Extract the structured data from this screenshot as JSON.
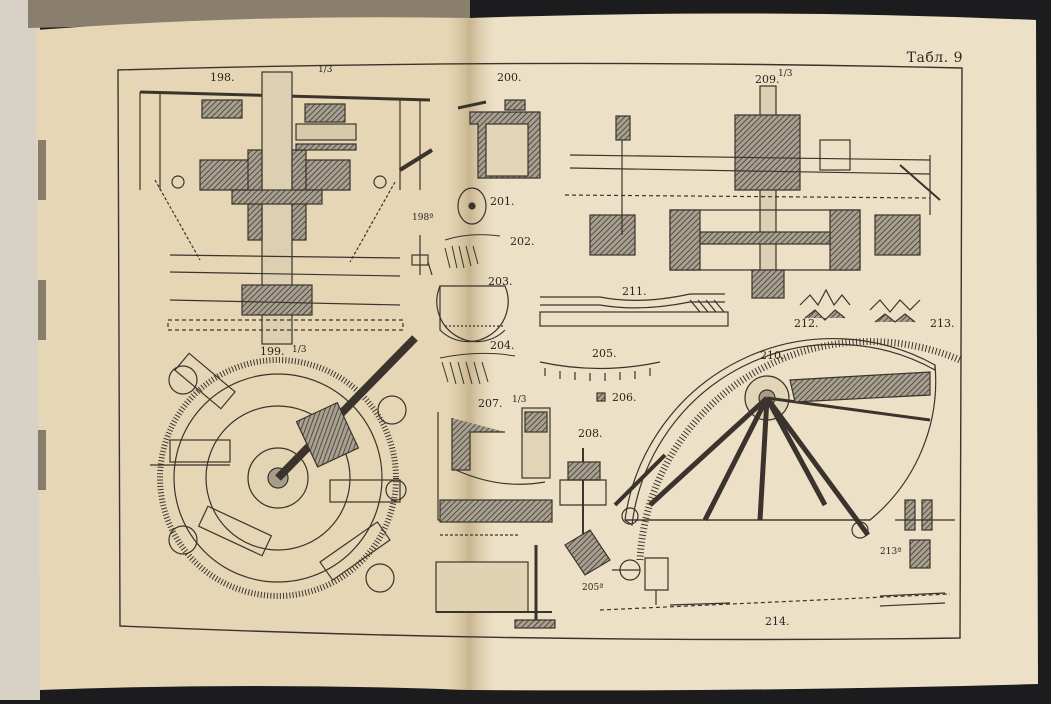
{
  "plate": {
    "table_label": "Табл. 9"
  },
  "figures": [
    {
      "id": "fig-198",
      "label": "198.",
      "fraction": "1/3"
    },
    {
      "id": "fig-198a",
      "label": "198ª"
    },
    {
      "id": "fig-199",
      "label": "199.",
      "fraction": "1/3"
    },
    {
      "id": "fig-200",
      "label": "200."
    },
    {
      "id": "fig-201",
      "label": "201."
    },
    {
      "id": "fig-202",
      "label": "202."
    },
    {
      "id": "fig-203",
      "label": "203."
    },
    {
      "id": "fig-204",
      "label": "204."
    },
    {
      "id": "fig-205",
      "label": "205."
    },
    {
      "id": "fig-205a",
      "label": "205ª"
    },
    {
      "id": "fig-206",
      "label": "206."
    },
    {
      "id": "fig-207",
      "label": "207.",
      "fraction": "1/3"
    },
    {
      "id": "fig-208",
      "label": "208."
    },
    {
      "id": "fig-209",
      "label": "209.",
      "fraction": "1/3"
    },
    {
      "id": "fig-210",
      "label": "210."
    },
    {
      "id": "fig-211",
      "label": "211."
    },
    {
      "id": "fig-212",
      "label": "212."
    },
    {
      "id": "fig-213",
      "label": "213."
    },
    {
      "id": "fig-213a",
      "label": "213ª"
    },
    {
      "id": "fig-214",
      "label": "214."
    }
  ],
  "colors": {
    "background": "#1c1b1d",
    "paper_left": "#e6d6b6",
    "paper_right": "#ece0c6",
    "ink": "#3a342c",
    "hatch": "#5d564c"
  }
}
